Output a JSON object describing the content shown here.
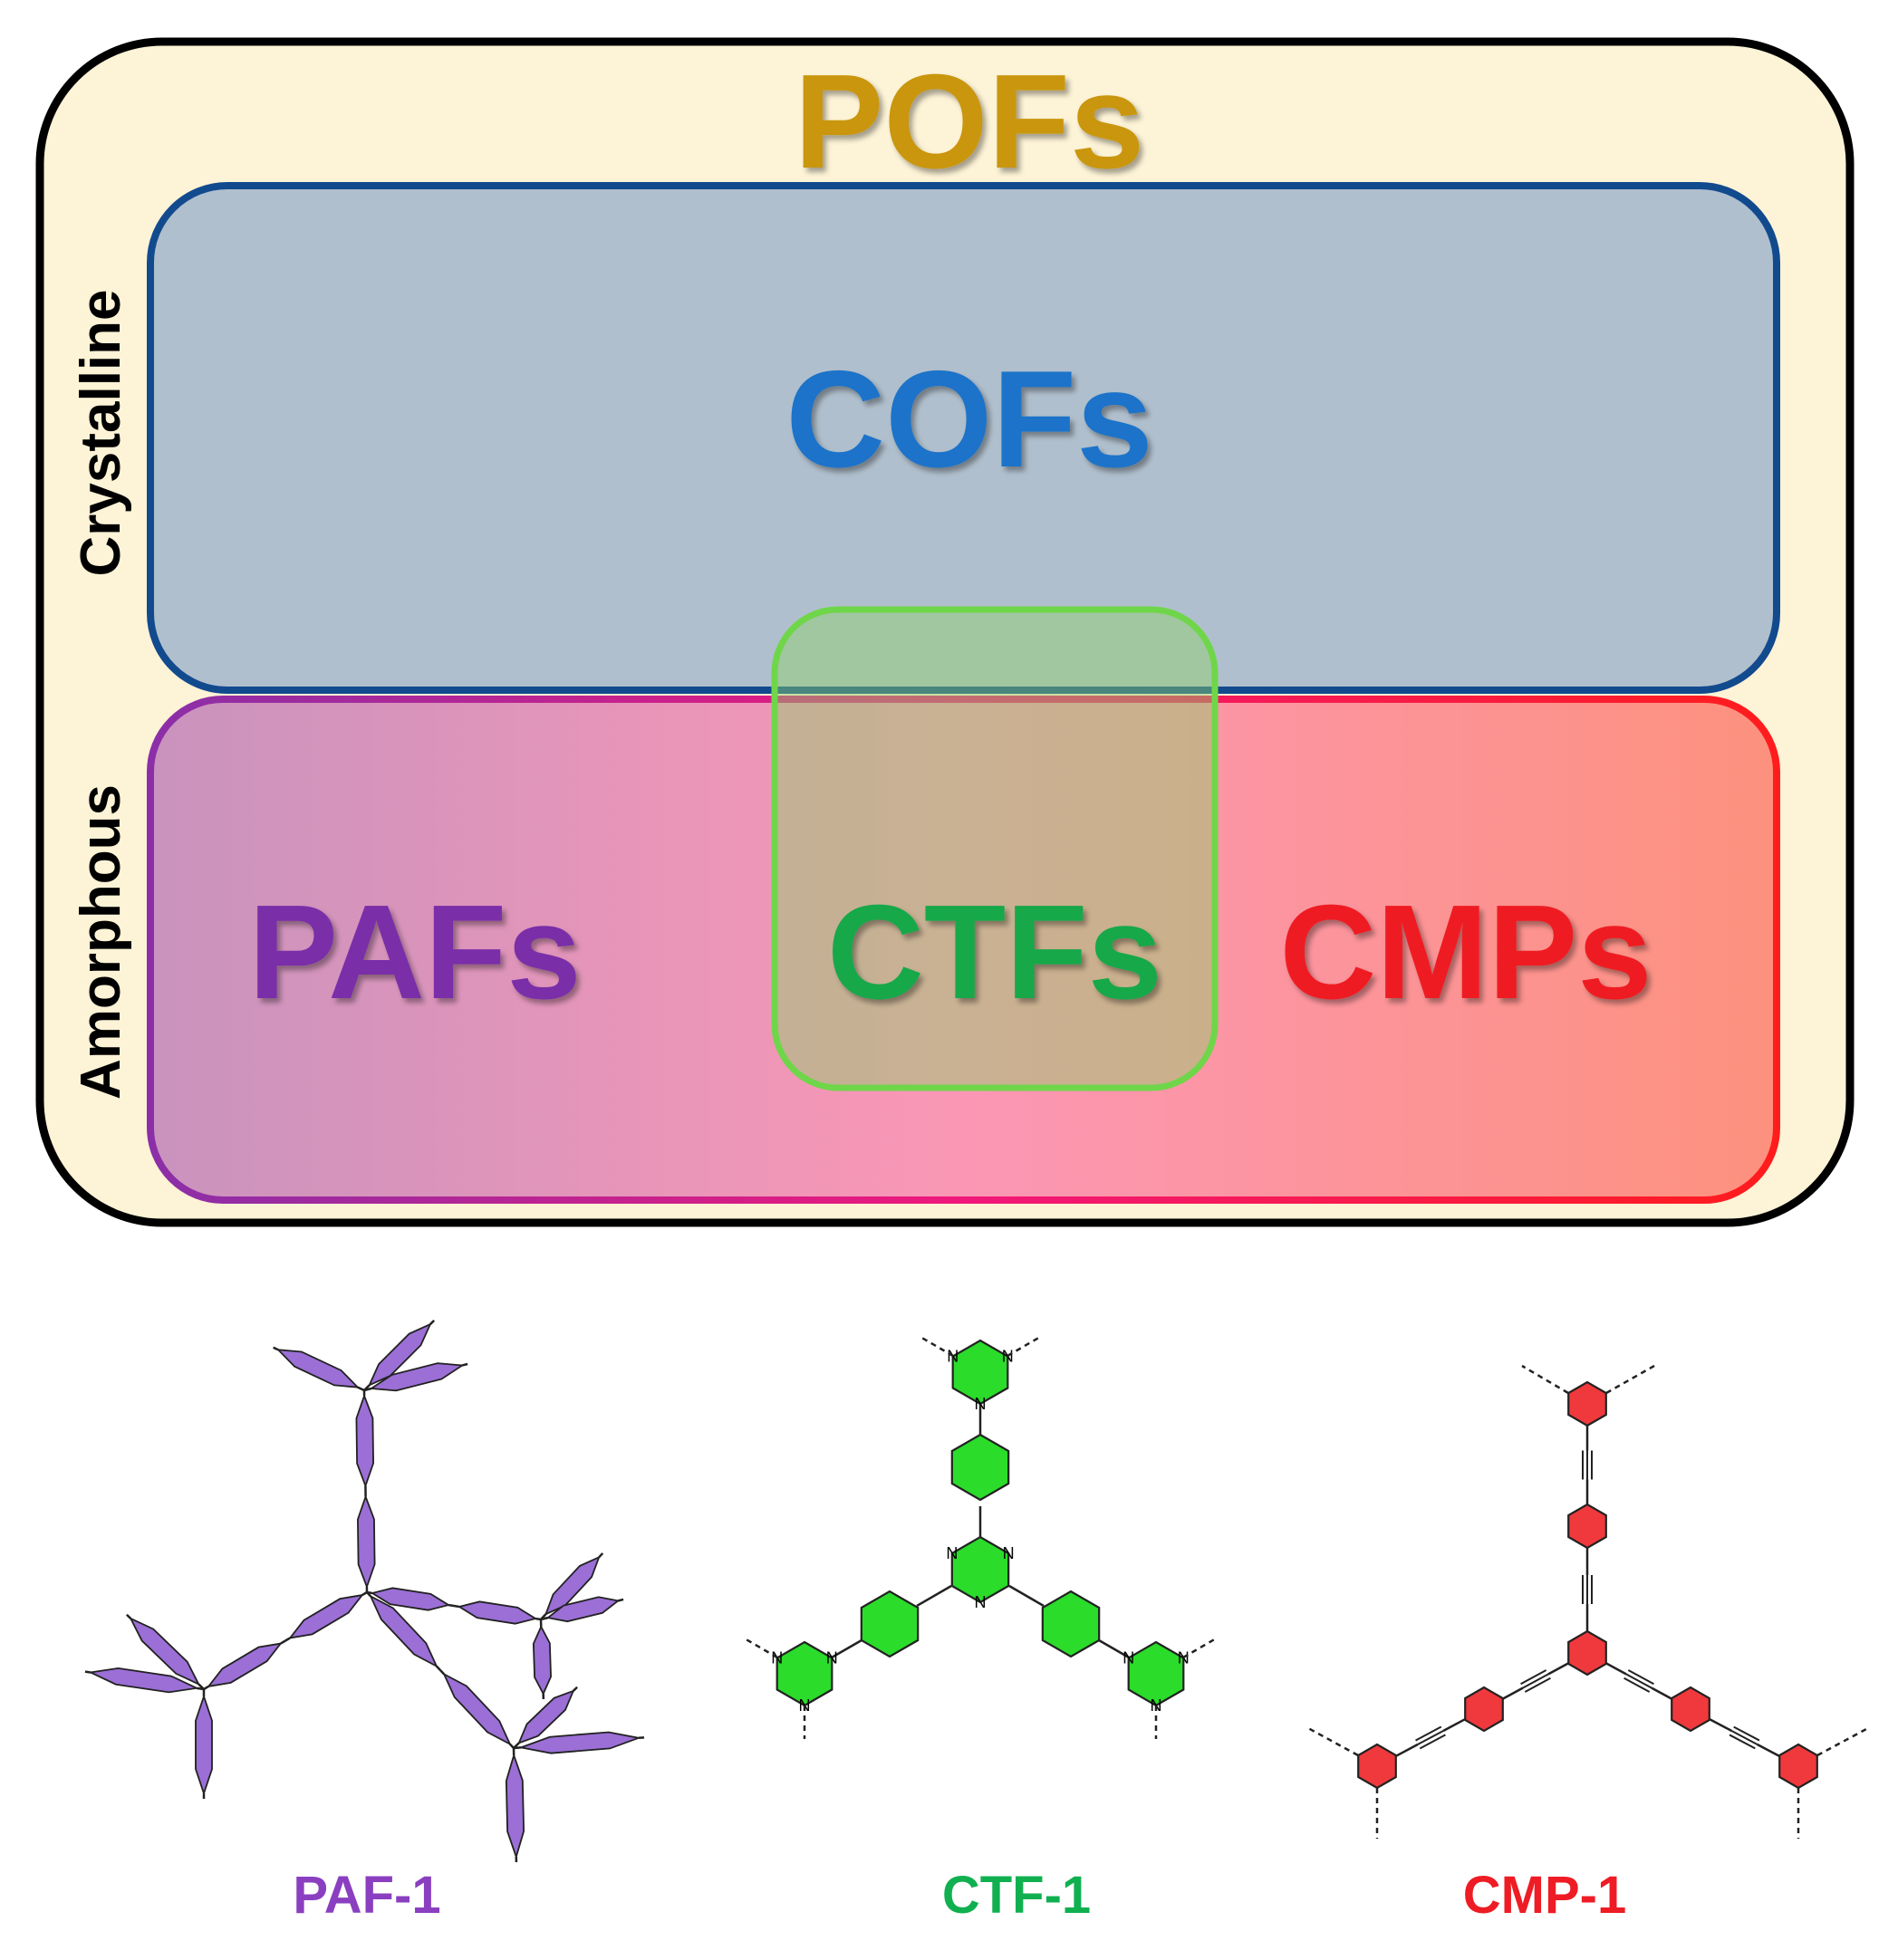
{
  "venn": {
    "outer_label": "POFs",
    "crystalline_label": "COFs",
    "amorphous_left_label": "PAFs",
    "overlap_label": "CTFs",
    "amorphous_right_label": "CMPs",
    "side_crystalline": "Crystalline",
    "side_amorphous": "Amorphous"
  },
  "structures": {
    "paf": {
      "caption": "PAF-1",
      "color": "#9b6fd6"
    },
    "ctf": {
      "caption": "CTF-1",
      "color": "#2bdc2b",
      "atom": "N"
    },
    "cmp": {
      "caption": "CMP-1",
      "color": "#f0393c"
    }
  },
  "colors": {
    "pofs": "#c9960d",
    "cofs": "#1a73c9",
    "pafs": "#7a2fa8",
    "ctfs": "#13a84a",
    "cmps": "#ee1c24",
    "paf_caption": "#8a3fc0",
    "ctf_caption": "#10b050",
    "cmp_caption": "#ee1c24"
  }
}
